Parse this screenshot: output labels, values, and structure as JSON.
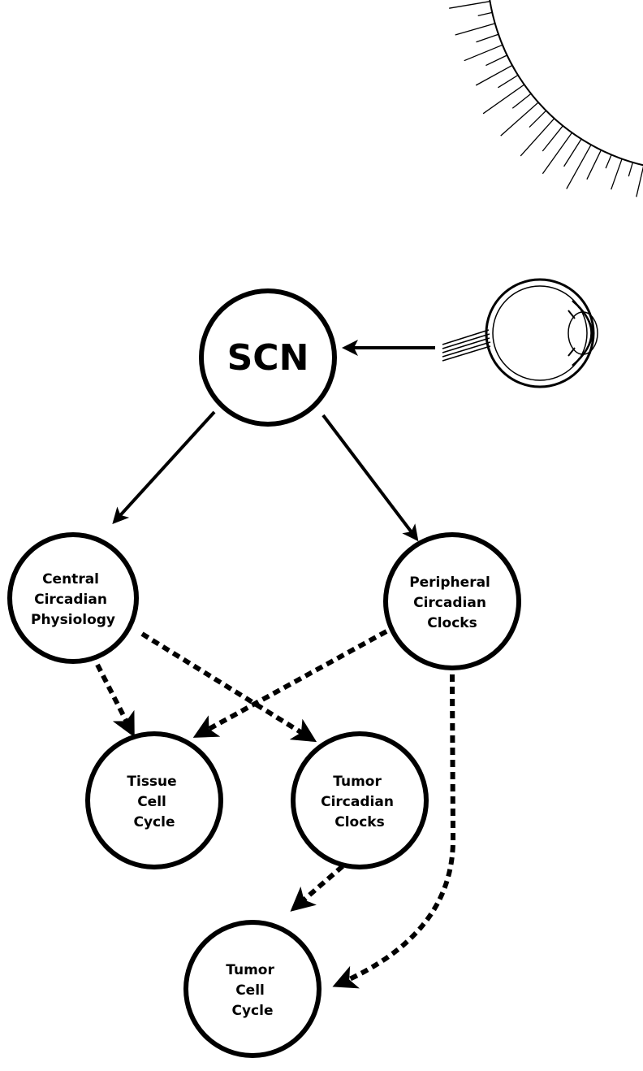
{
  "nodes": {
    "scn": {
      "lines": [
        "SCN"
      ]
    },
    "central_physiology": {
      "lines": [
        "Central",
        "Circadian",
        "Physiology"
      ]
    },
    "peripheral_clocks": {
      "lines": [
        "Peripheral",
        "Circadian",
        "Clocks"
      ]
    },
    "tissue_cell_cycle": {
      "lines": [
        "Tissue",
        "Cell",
        "Cycle"
      ]
    },
    "tumor_circadian_clocks": {
      "lines": [
        "Tumor",
        "Circadian",
        "Clocks"
      ]
    },
    "tumor_cell_cycle": {
      "lines": [
        "Tumor",
        "Cell",
        "Cycle"
      ]
    }
  },
  "edges": [
    {
      "from": "eye",
      "to": "scn",
      "style": "solid"
    },
    {
      "from": "scn",
      "to": "central_physiology",
      "style": "solid"
    },
    {
      "from": "scn",
      "to": "peripheral_clocks",
      "style": "solid"
    },
    {
      "from": "central_physiology",
      "to": "tissue_cell_cycle",
      "style": "dashed"
    },
    {
      "from": "central_physiology",
      "to": "tumor_circadian_clocks",
      "style": "dashed"
    },
    {
      "from": "peripheral_clocks",
      "to": "tissue_cell_cycle",
      "style": "dashed"
    },
    {
      "from": "peripheral_clocks",
      "to": "tumor_cell_cycle",
      "style": "dashed"
    },
    {
      "from": "tumor_circadian_clocks",
      "to": "tumor_cell_cycle",
      "style": "dashed"
    }
  ],
  "icons": [
    "sun-icon",
    "eye-icon"
  ],
  "colors": {
    "ink": "#000000",
    "background": "#ffffff"
  }
}
